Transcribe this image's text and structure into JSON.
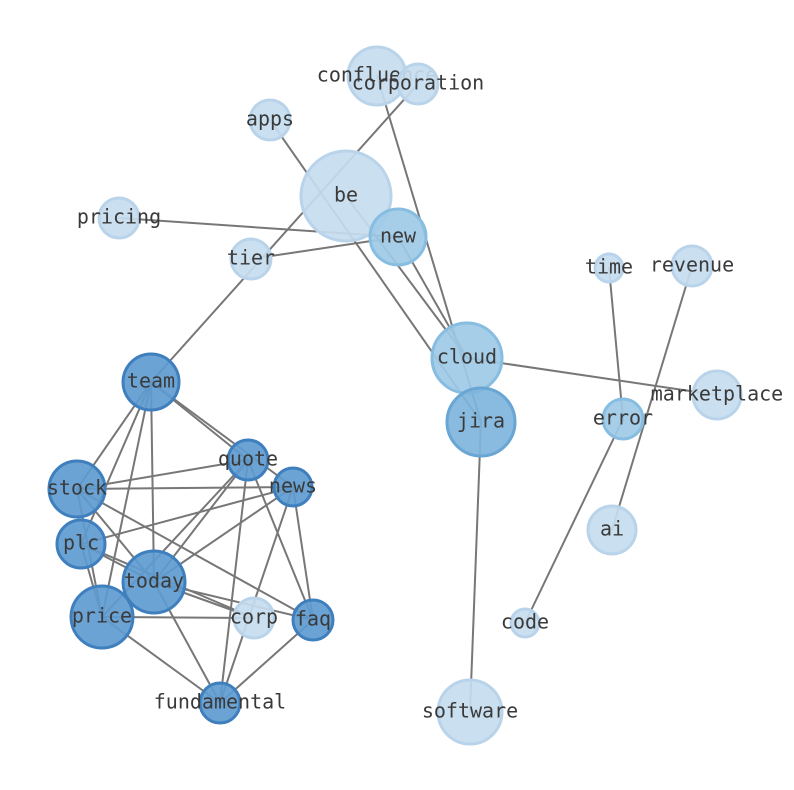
{
  "colors": {
    "level_1": "#c6dcee",
    "level_2": "#9ecae6",
    "level_3": "#7fb4dc",
    "level_4": "#5e9bd0",
    "edge": "#777777",
    "label": "#3a3a3a"
  },
  "nodes": [
    {
      "id": "confluence",
      "label": "confluence",
      "level": 1
    },
    {
      "id": "corporation",
      "label": "corporation",
      "level": 1
    },
    {
      "id": "apps",
      "label": "apps",
      "level": 1
    },
    {
      "id": "be",
      "label": "be",
      "level": 1
    },
    {
      "id": "pricing",
      "label": "pricing",
      "level": 1
    },
    {
      "id": "new",
      "label": "new",
      "level": 2
    },
    {
      "id": "tier",
      "label": "tier",
      "level": 1
    },
    {
      "id": "time",
      "label": "time",
      "level": 1
    },
    {
      "id": "revenue",
      "label": "revenue",
      "level": 1
    },
    {
      "id": "cloud",
      "label": "cloud",
      "level": 2
    },
    {
      "id": "marketplace",
      "label": "marketplace",
      "level": 1
    },
    {
      "id": "jira",
      "label": "jira",
      "level": 3
    },
    {
      "id": "error",
      "label": "error",
      "level": 2
    },
    {
      "id": "ai",
      "label": "ai",
      "level": 1
    },
    {
      "id": "code",
      "label": "code",
      "level": 1
    },
    {
      "id": "software",
      "label": "software",
      "level": 1
    },
    {
      "id": "team",
      "label": "team",
      "level": 4
    },
    {
      "id": "quote",
      "label": "quote",
      "level": 4
    },
    {
      "id": "stock",
      "label": "stock",
      "level": 4
    },
    {
      "id": "news",
      "label": "news",
      "level": 4
    },
    {
      "id": "plc",
      "label": "plc",
      "level": 4
    },
    {
      "id": "today",
      "label": "today",
      "level": 4
    },
    {
      "id": "price",
      "label": "price",
      "level": 4
    },
    {
      "id": "corp",
      "label": "corp",
      "level": 1
    },
    {
      "id": "faq",
      "label": "faq",
      "level": 4
    },
    {
      "id": "fundamental",
      "label": "fundamental",
      "level": 4
    }
  ],
  "edges": [
    {
      "source": "apps",
      "target": "jira"
    },
    {
      "source": "pricing",
      "target": "new"
    },
    {
      "source": "tier",
      "target": "new"
    },
    {
      "source": "new",
      "target": "cloud"
    },
    {
      "source": "be",
      "target": "cloud"
    },
    {
      "source": "confluence",
      "target": "jira"
    },
    {
      "source": "corporation",
      "target": "team"
    },
    {
      "source": "cloud",
      "target": "marketplace"
    },
    {
      "source": "jira",
      "target": "software"
    },
    {
      "source": "time",
      "target": "error"
    },
    {
      "source": "revenue",
      "target": "ai"
    },
    {
      "source": "error",
      "target": "code"
    },
    {
      "source": "team",
      "target": "stock"
    },
    {
      "source": "team",
      "target": "plc"
    },
    {
      "source": "team",
      "target": "today"
    },
    {
      "source": "team",
      "target": "price"
    },
    {
      "source": "team",
      "target": "quote"
    },
    {
      "source": "team",
      "target": "news"
    },
    {
      "source": "quote",
      "target": "stock"
    },
    {
      "source": "quote",
      "target": "today"
    },
    {
      "source": "quote",
      "target": "price"
    },
    {
      "source": "quote",
      "target": "faq"
    },
    {
      "source": "quote",
      "target": "fundamental"
    },
    {
      "source": "stock",
      "target": "news"
    },
    {
      "source": "stock",
      "target": "today"
    },
    {
      "source": "stock",
      "target": "price"
    },
    {
      "source": "stock",
      "target": "faq"
    },
    {
      "source": "news",
      "target": "plc"
    },
    {
      "source": "news",
      "target": "today"
    },
    {
      "source": "news",
      "target": "faq"
    },
    {
      "source": "news",
      "target": "fundamental"
    },
    {
      "source": "plc",
      "target": "today"
    },
    {
      "source": "plc",
      "target": "corp"
    },
    {
      "source": "plc",
      "target": "price"
    },
    {
      "source": "today",
      "target": "faq"
    },
    {
      "source": "today",
      "target": "fundamental"
    },
    {
      "source": "today",
      "target": "corp"
    },
    {
      "source": "price",
      "target": "corp"
    },
    {
      "source": "price",
      "target": "fundamental"
    },
    {
      "source": "faq",
      "target": "fundamental"
    }
  ]
}
